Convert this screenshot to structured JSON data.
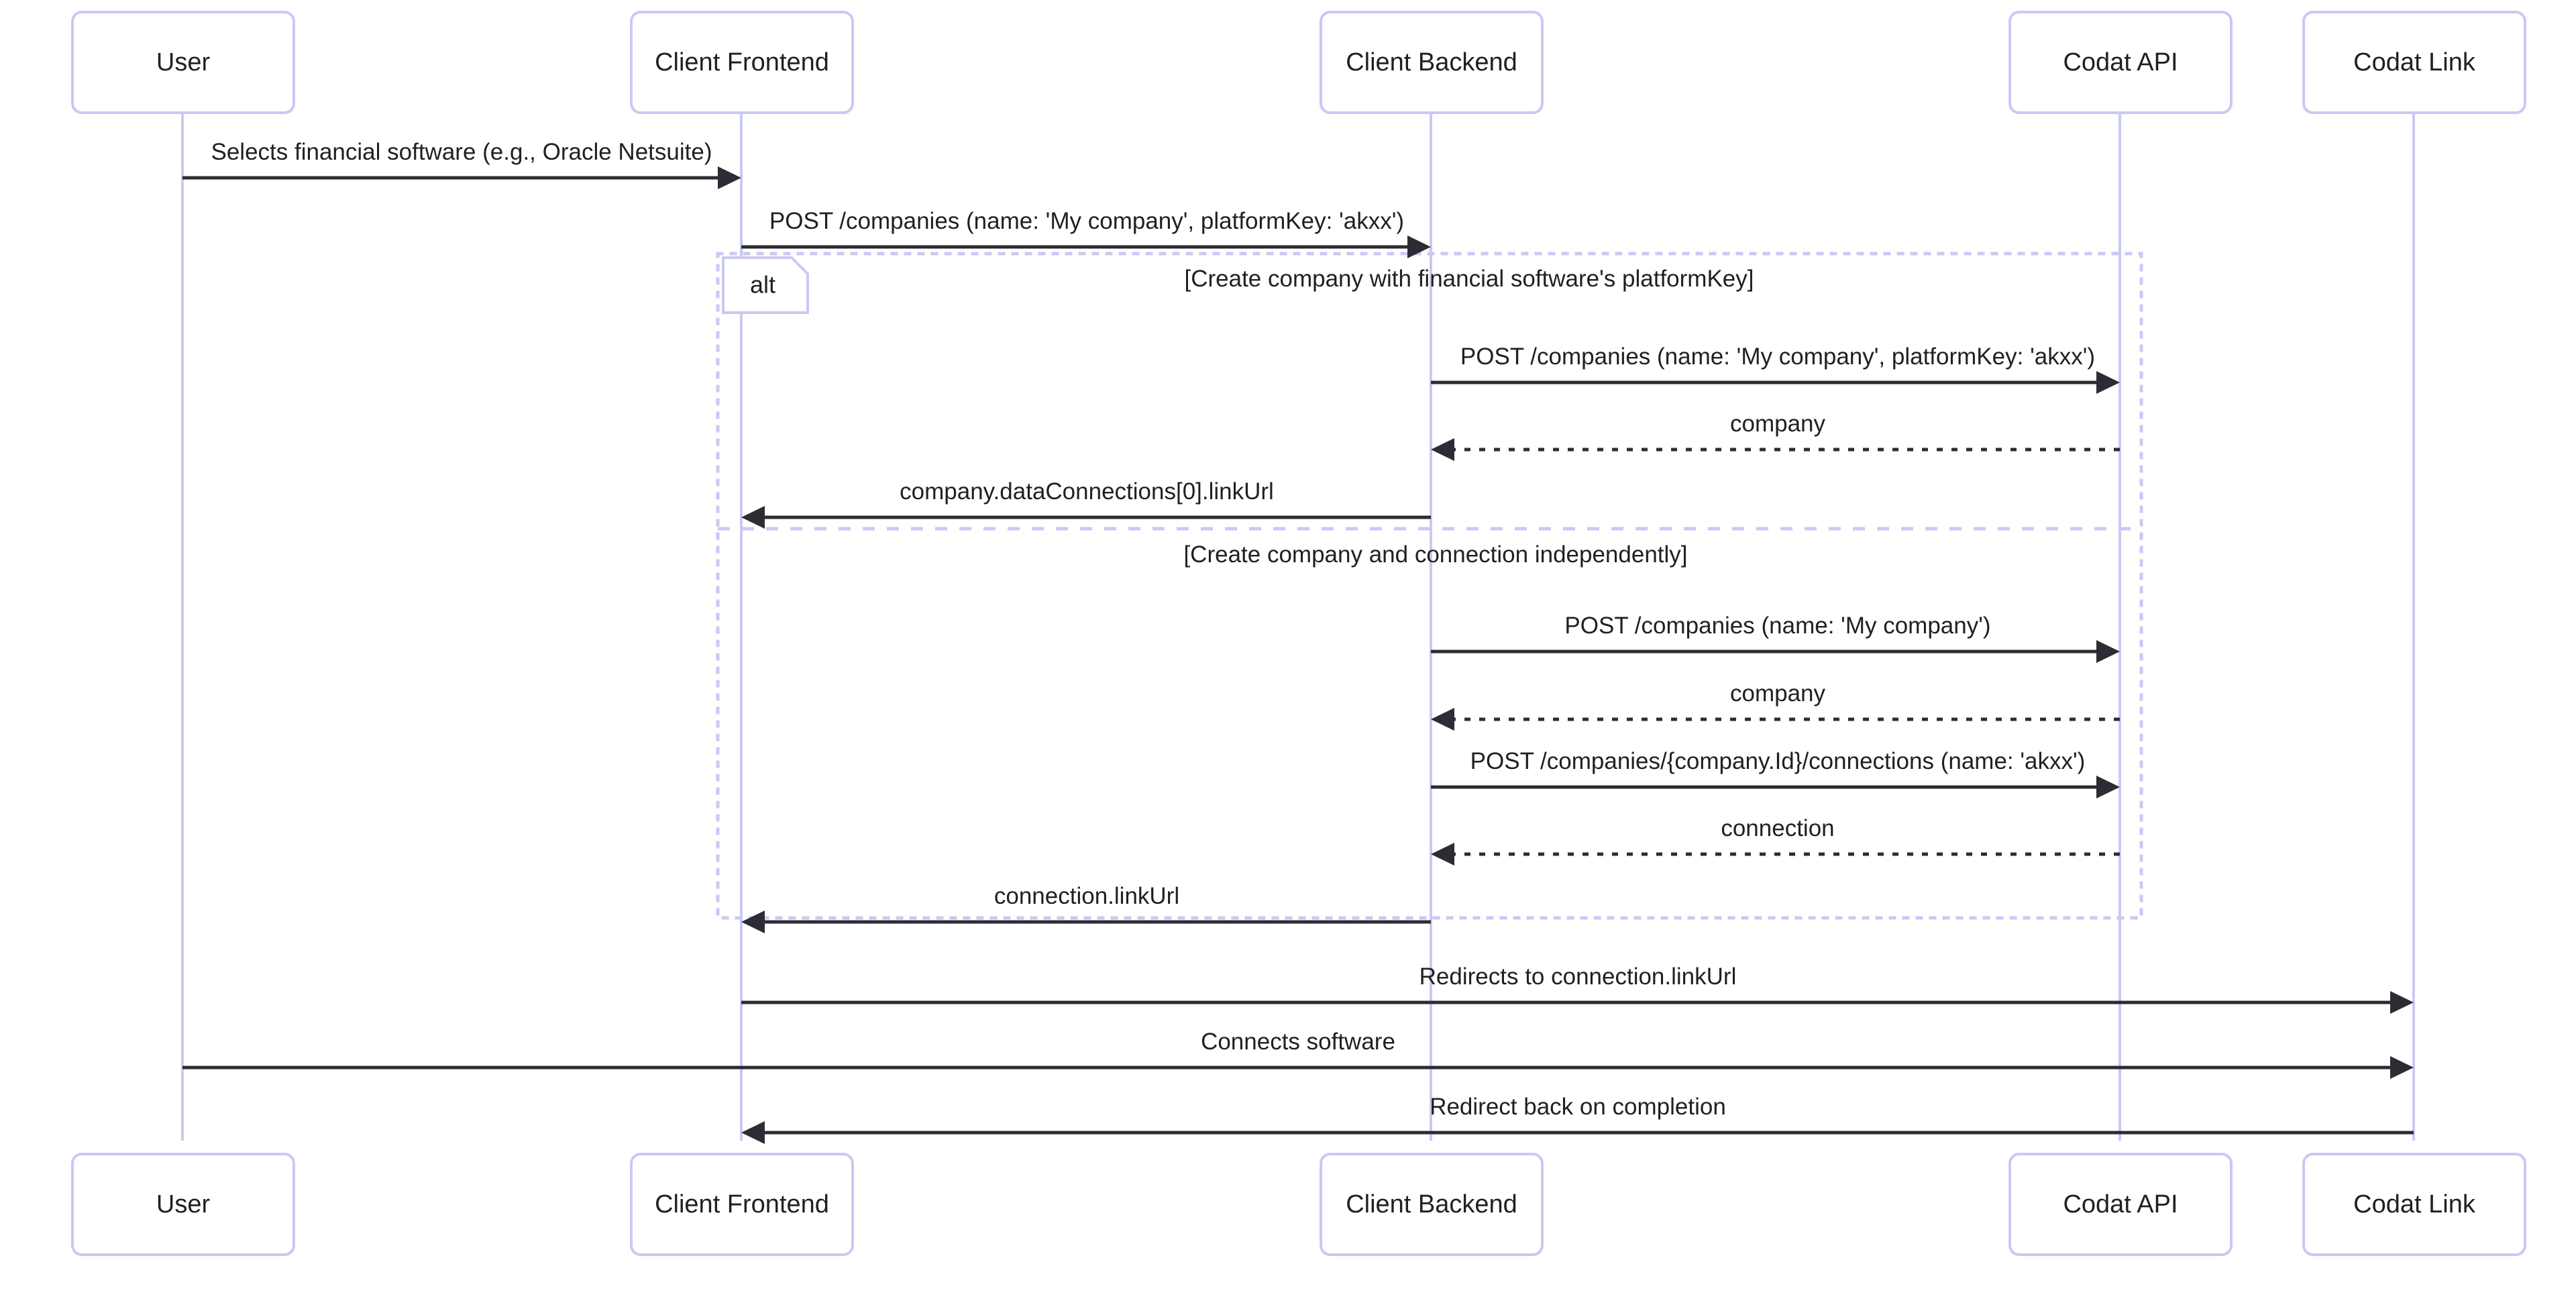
{
  "diagram": {
    "type": "sequence-diagram",
    "colors": {
      "participant_border": "#c9c9f5",
      "lifeline": "#c9c9f5",
      "message_line": "#2c2c34",
      "text": "#1f2020",
      "background": "#ffffff",
      "frame_border": "#c9c9f5"
    },
    "participants": [
      {
        "id": "user",
        "label": "User"
      },
      {
        "id": "frontend",
        "label": "Client Frontend"
      },
      {
        "id": "backend",
        "label": "Client Backend"
      },
      {
        "id": "codat_api",
        "label": "Codat API"
      },
      {
        "id": "codat_link",
        "label": "Codat Link"
      }
    ],
    "fragments": [
      {
        "kind": "alt",
        "tag": "alt",
        "branches": [
          {
            "condition": "[Create company with financial software's platformKey]"
          },
          {
            "condition": "[Create company and connection independently]"
          }
        ]
      }
    ],
    "messages": [
      {
        "index": 1,
        "from": "user",
        "to": "frontend",
        "label": "Selects financial software (e.g., Oracle Netsuite)",
        "style": "solid",
        "arrow": "filled"
      },
      {
        "index": 2,
        "from": "frontend",
        "to": "backend",
        "label": "POST /companies (name: 'My company', platformKey: 'akxx')",
        "style": "solid",
        "arrow": "filled"
      },
      {
        "index": 3,
        "from": "backend",
        "to": "codat_api",
        "label": "POST /companies (name: 'My company', platformKey: 'akxx')",
        "style": "solid",
        "arrow": "filled",
        "branch": 0
      },
      {
        "index": 4,
        "from": "codat_api",
        "to": "backend",
        "label": "company",
        "style": "dotted",
        "arrow": "filled",
        "branch": 0
      },
      {
        "index": 5,
        "from": "backend",
        "to": "frontend",
        "label": "company.dataConnections[0].linkUrl",
        "style": "solid",
        "arrow": "filled",
        "branch": 0
      },
      {
        "index": 6,
        "from": "backend",
        "to": "codat_api",
        "label": "POST /companies (name: 'My company')",
        "style": "solid",
        "arrow": "filled",
        "branch": 1
      },
      {
        "index": 7,
        "from": "codat_api",
        "to": "backend",
        "label": "company",
        "style": "dotted",
        "arrow": "filled",
        "branch": 1
      },
      {
        "index": 8,
        "from": "backend",
        "to": "codat_api",
        "label": "POST /companies/{company.Id}/connections (name: 'akxx')",
        "style": "solid",
        "arrow": "filled",
        "branch": 1
      },
      {
        "index": 9,
        "from": "codat_api",
        "to": "backend",
        "label": "connection",
        "style": "dotted",
        "arrow": "filled",
        "branch": 1
      },
      {
        "index": 10,
        "from": "backend",
        "to": "frontend",
        "label": "connection.linkUrl",
        "style": "solid",
        "arrow": "filled",
        "branch": 1
      },
      {
        "index": 11,
        "from": "frontend",
        "to": "codat_link",
        "label": "Redirects to connection.linkUrl",
        "style": "solid",
        "arrow": "filled"
      },
      {
        "index": 12,
        "from": "user",
        "to": "codat_link",
        "label": "Connects software",
        "style": "solid",
        "arrow": "filled"
      },
      {
        "index": 13,
        "from": "codat_link",
        "to": "frontend",
        "label": "Redirect back on completion",
        "style": "solid",
        "arrow": "filled"
      }
    ]
  }
}
